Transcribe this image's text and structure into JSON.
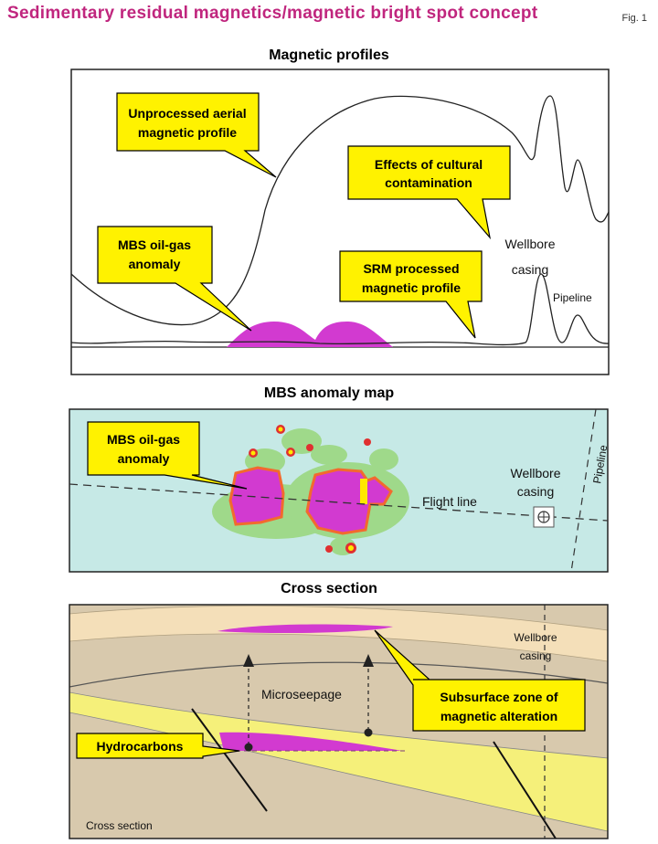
{
  "header": {
    "title": "Sedimentary residual magnetics/magnetic bright spot concept",
    "fig_label": "Fig. 1"
  },
  "profiles": {
    "title": "Magnetic profiles",
    "callout_unprocessed": [
      "Unprocessed aerial",
      "magnetic profile"
    ],
    "callout_cultural": [
      "Effects of cultural",
      "contamination"
    ],
    "callout_mbs": [
      "MBS oil-gas",
      "anomaly"
    ],
    "callout_srm": [
      "SRM processed",
      "magnetic profile"
    ],
    "label_wellbore": [
      "Wellbore",
      "casing"
    ],
    "label_pipeline": "Pipeline"
  },
  "map": {
    "title": "MBS anomaly map",
    "callout_mbs": [
      "MBS oil-gas",
      "anomaly"
    ],
    "label_flight_line": "Flight line",
    "label_wellbore": [
      "Wellbore",
      "casing"
    ],
    "label_pipeline": "Pipeline"
  },
  "cross_section": {
    "title": "Cross section",
    "label_wellbore": [
      "Wellbore",
      "casing"
    ],
    "label_microseepage": "Microseepage",
    "callout_subsurface": [
      "Subsurface zone of",
      "magnetic alteration"
    ],
    "callout_hydrocarbons": "Hydrocarbons",
    "label_corner": "Cross section"
  },
  "colors": {
    "magenta": "#c0267e",
    "anomaly": "#d23ad0",
    "callout_fill": "#fff200",
    "map_bg": "#c6e9e6",
    "map_green": "#9fd98a",
    "tan": "#d8c9ad",
    "light_band": "#f4dfb9",
    "yellow_layer": "#f5f07a"
  }
}
